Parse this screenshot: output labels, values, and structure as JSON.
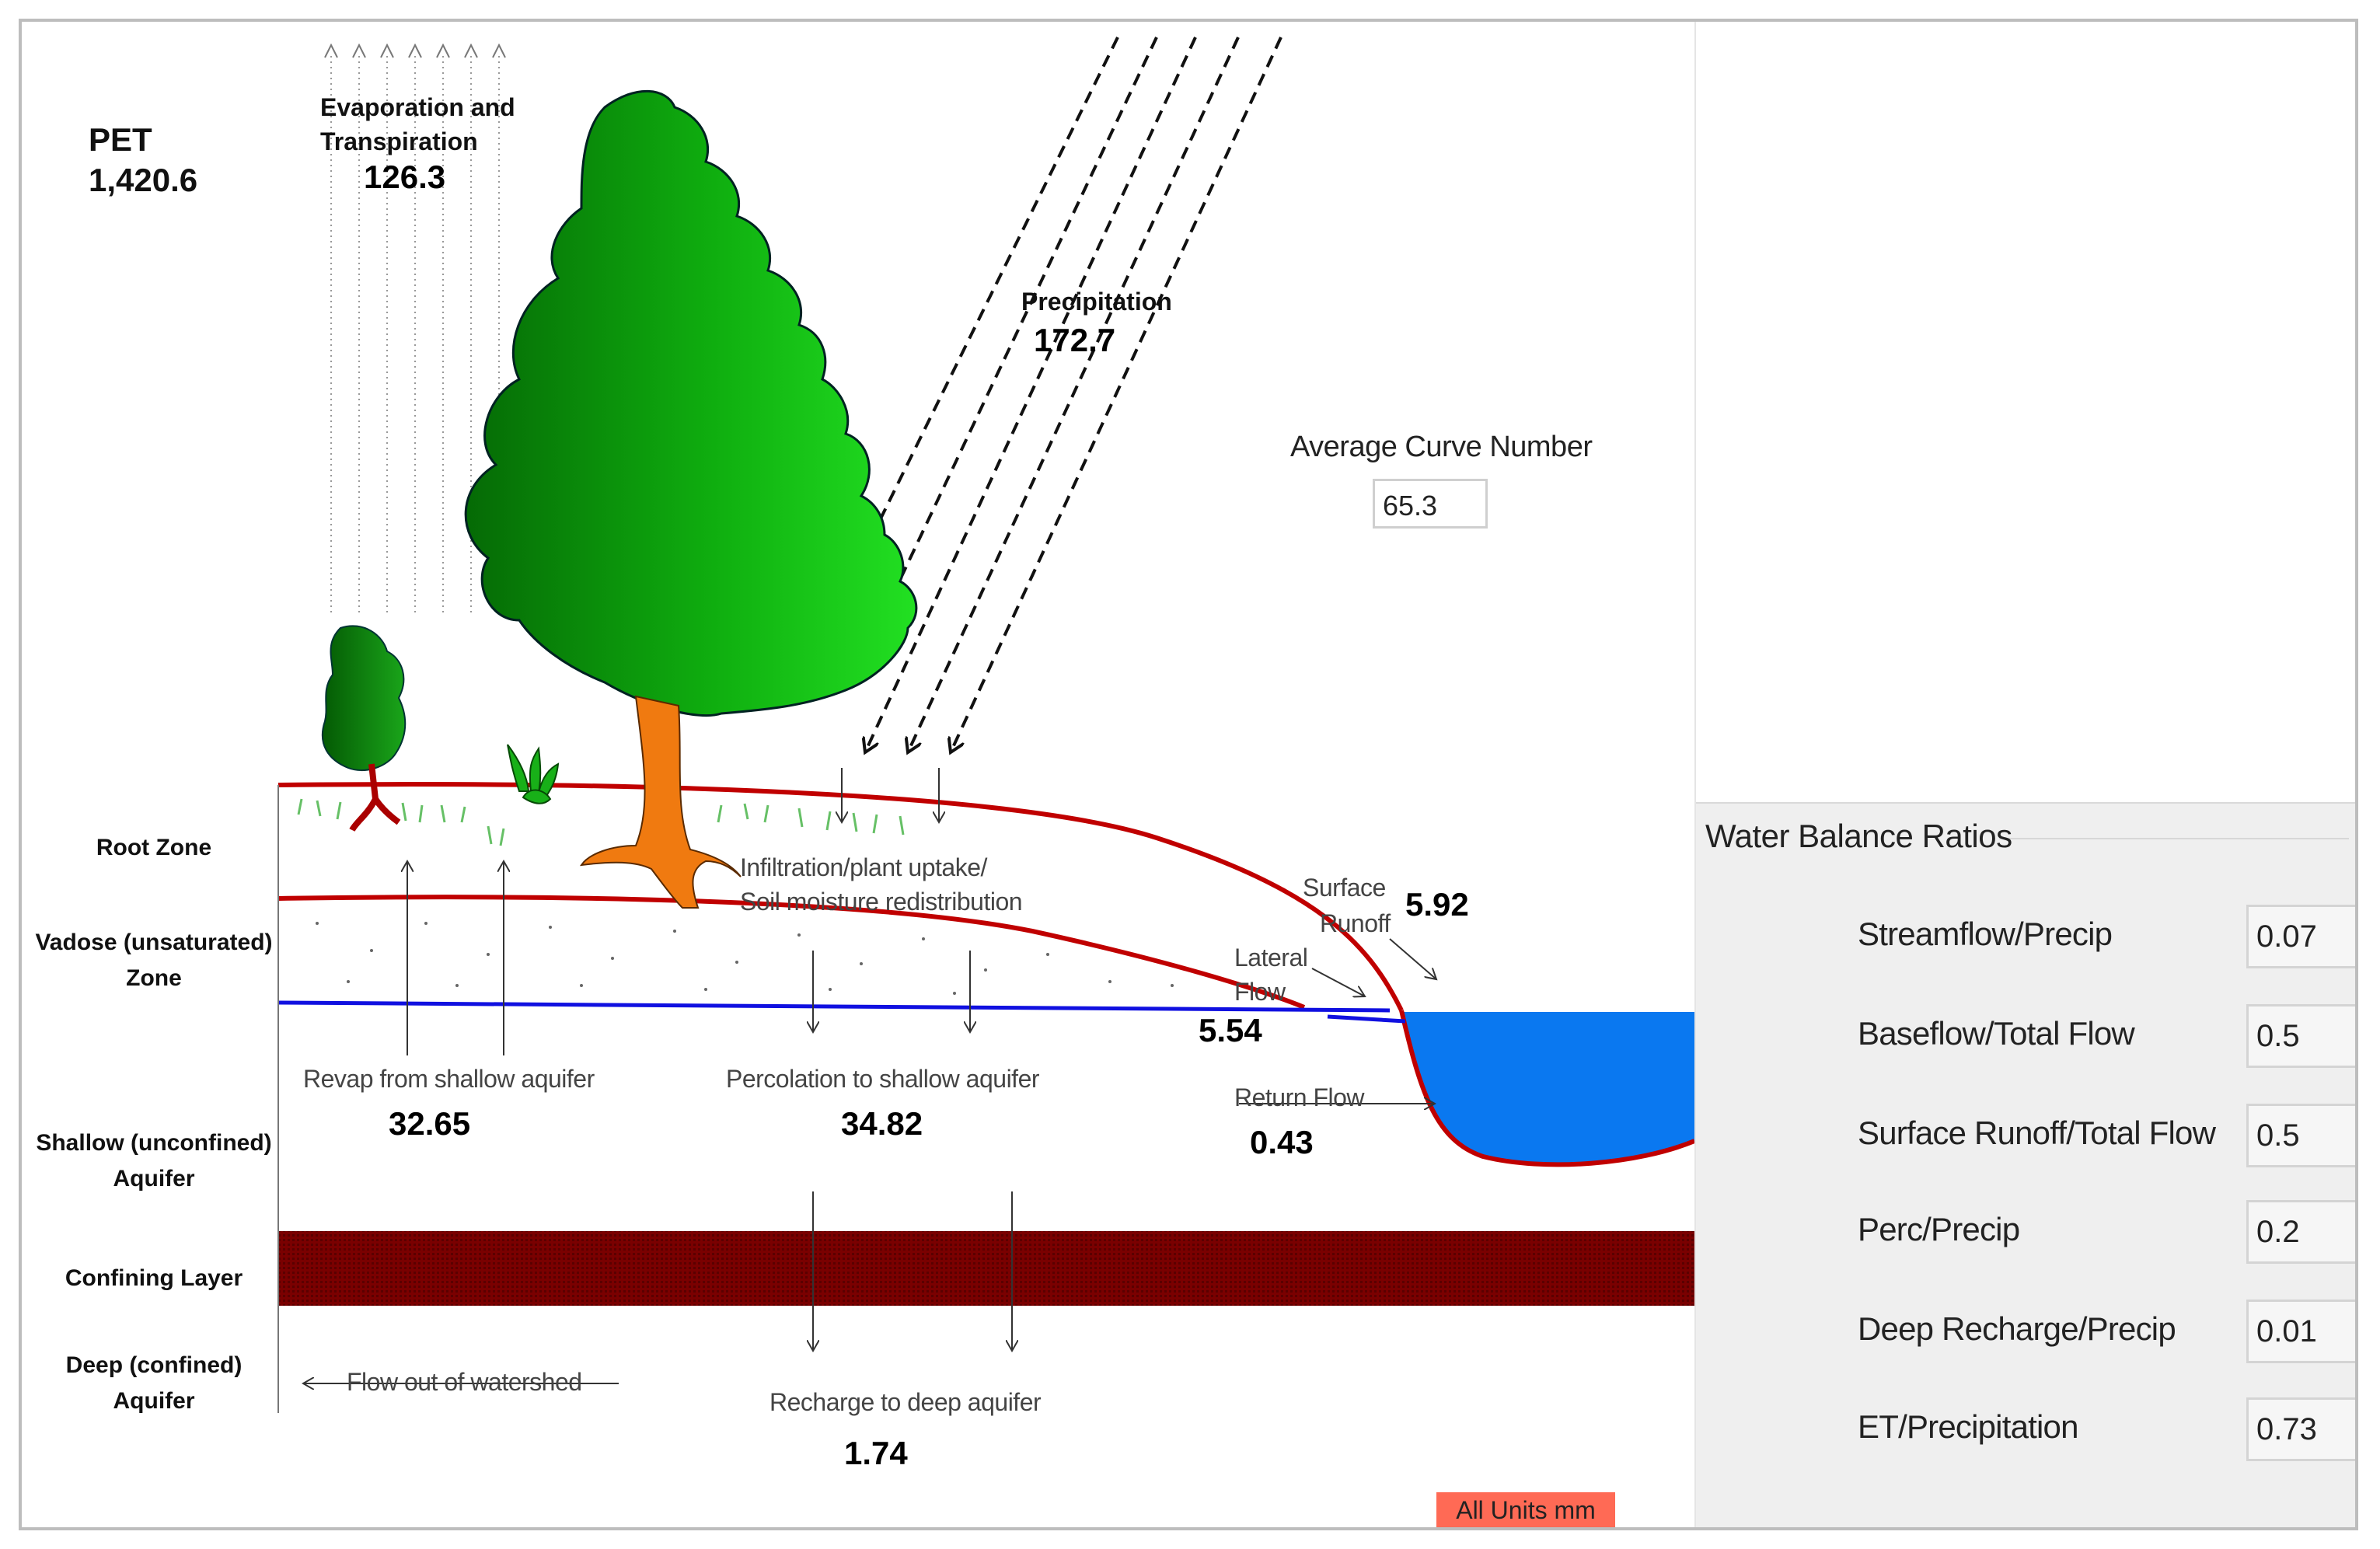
{
  "pet": {
    "label": "PET",
    "value": "1,420.6"
  },
  "evapotranspiration": {
    "label_line1": "Evaporation and",
    "label_line2": "Transpiration",
    "value": "126.3"
  },
  "precipitation": {
    "label": "Precipitation",
    "value": "172.7"
  },
  "curve_number": {
    "label": "Average Curve Number",
    "value": "65.3"
  },
  "zones": {
    "root": "Root Zone",
    "vadose_line1": "Vadose (unsaturated)",
    "vadose_line2": "Zone",
    "shallow_line1": "Shallow (unconfined)",
    "shallow_line2": "Aquifer",
    "confining": "Confining Layer",
    "deep_line1": "Deep (confined)",
    "deep_line2": "Aquifer"
  },
  "infiltration": {
    "line1": "Infiltration/plant uptake/",
    "line2": "Soil moisture redistribution"
  },
  "surface_runoff": {
    "line1": "Surface",
    "line2": "Runoff",
    "value": "5.92"
  },
  "lateral_flow": {
    "line1": "Lateral",
    "line2": "Flow",
    "value": "5.54"
  },
  "revap": {
    "label": "Revap from shallow aquifer",
    "value": "32.65"
  },
  "percolation": {
    "label": "Percolation to shallow aquifer",
    "value": "34.82"
  },
  "return_flow": {
    "label": "Return Flow",
    "value": "0.43"
  },
  "flow_out": {
    "label": "Flow out of watershed"
  },
  "recharge": {
    "label": "Recharge to deep aquifer",
    "value": "1.74"
  },
  "units_badge": "All Units mm",
  "water_balance": {
    "title": "Water Balance Ratios",
    "ratios": [
      {
        "label": "Streamflow/Precip",
        "value": "0.07"
      },
      {
        "label": "Baseflow/Total Flow",
        "value": "0.5"
      },
      {
        "label": "Surface Runoff/Total Flow",
        "value": "0.5"
      },
      {
        "label": "Perc/Precip",
        "value": "0.2"
      },
      {
        "label": "Deep Recharge/Precip",
        "value": "0.01"
      },
      {
        "label": "ET/Precipitation",
        "value": "0.73"
      }
    ]
  },
  "colors": {
    "soil_line": "#c00000",
    "water_table": "#1010e0",
    "water_body": "#0a78f0",
    "confining_layer": "#7a0000",
    "tree_trunk": "#f07a10",
    "foliage_dark": "#067a06",
    "foliage_light": "#14d614",
    "units_badge": "#ff6a55"
  }
}
